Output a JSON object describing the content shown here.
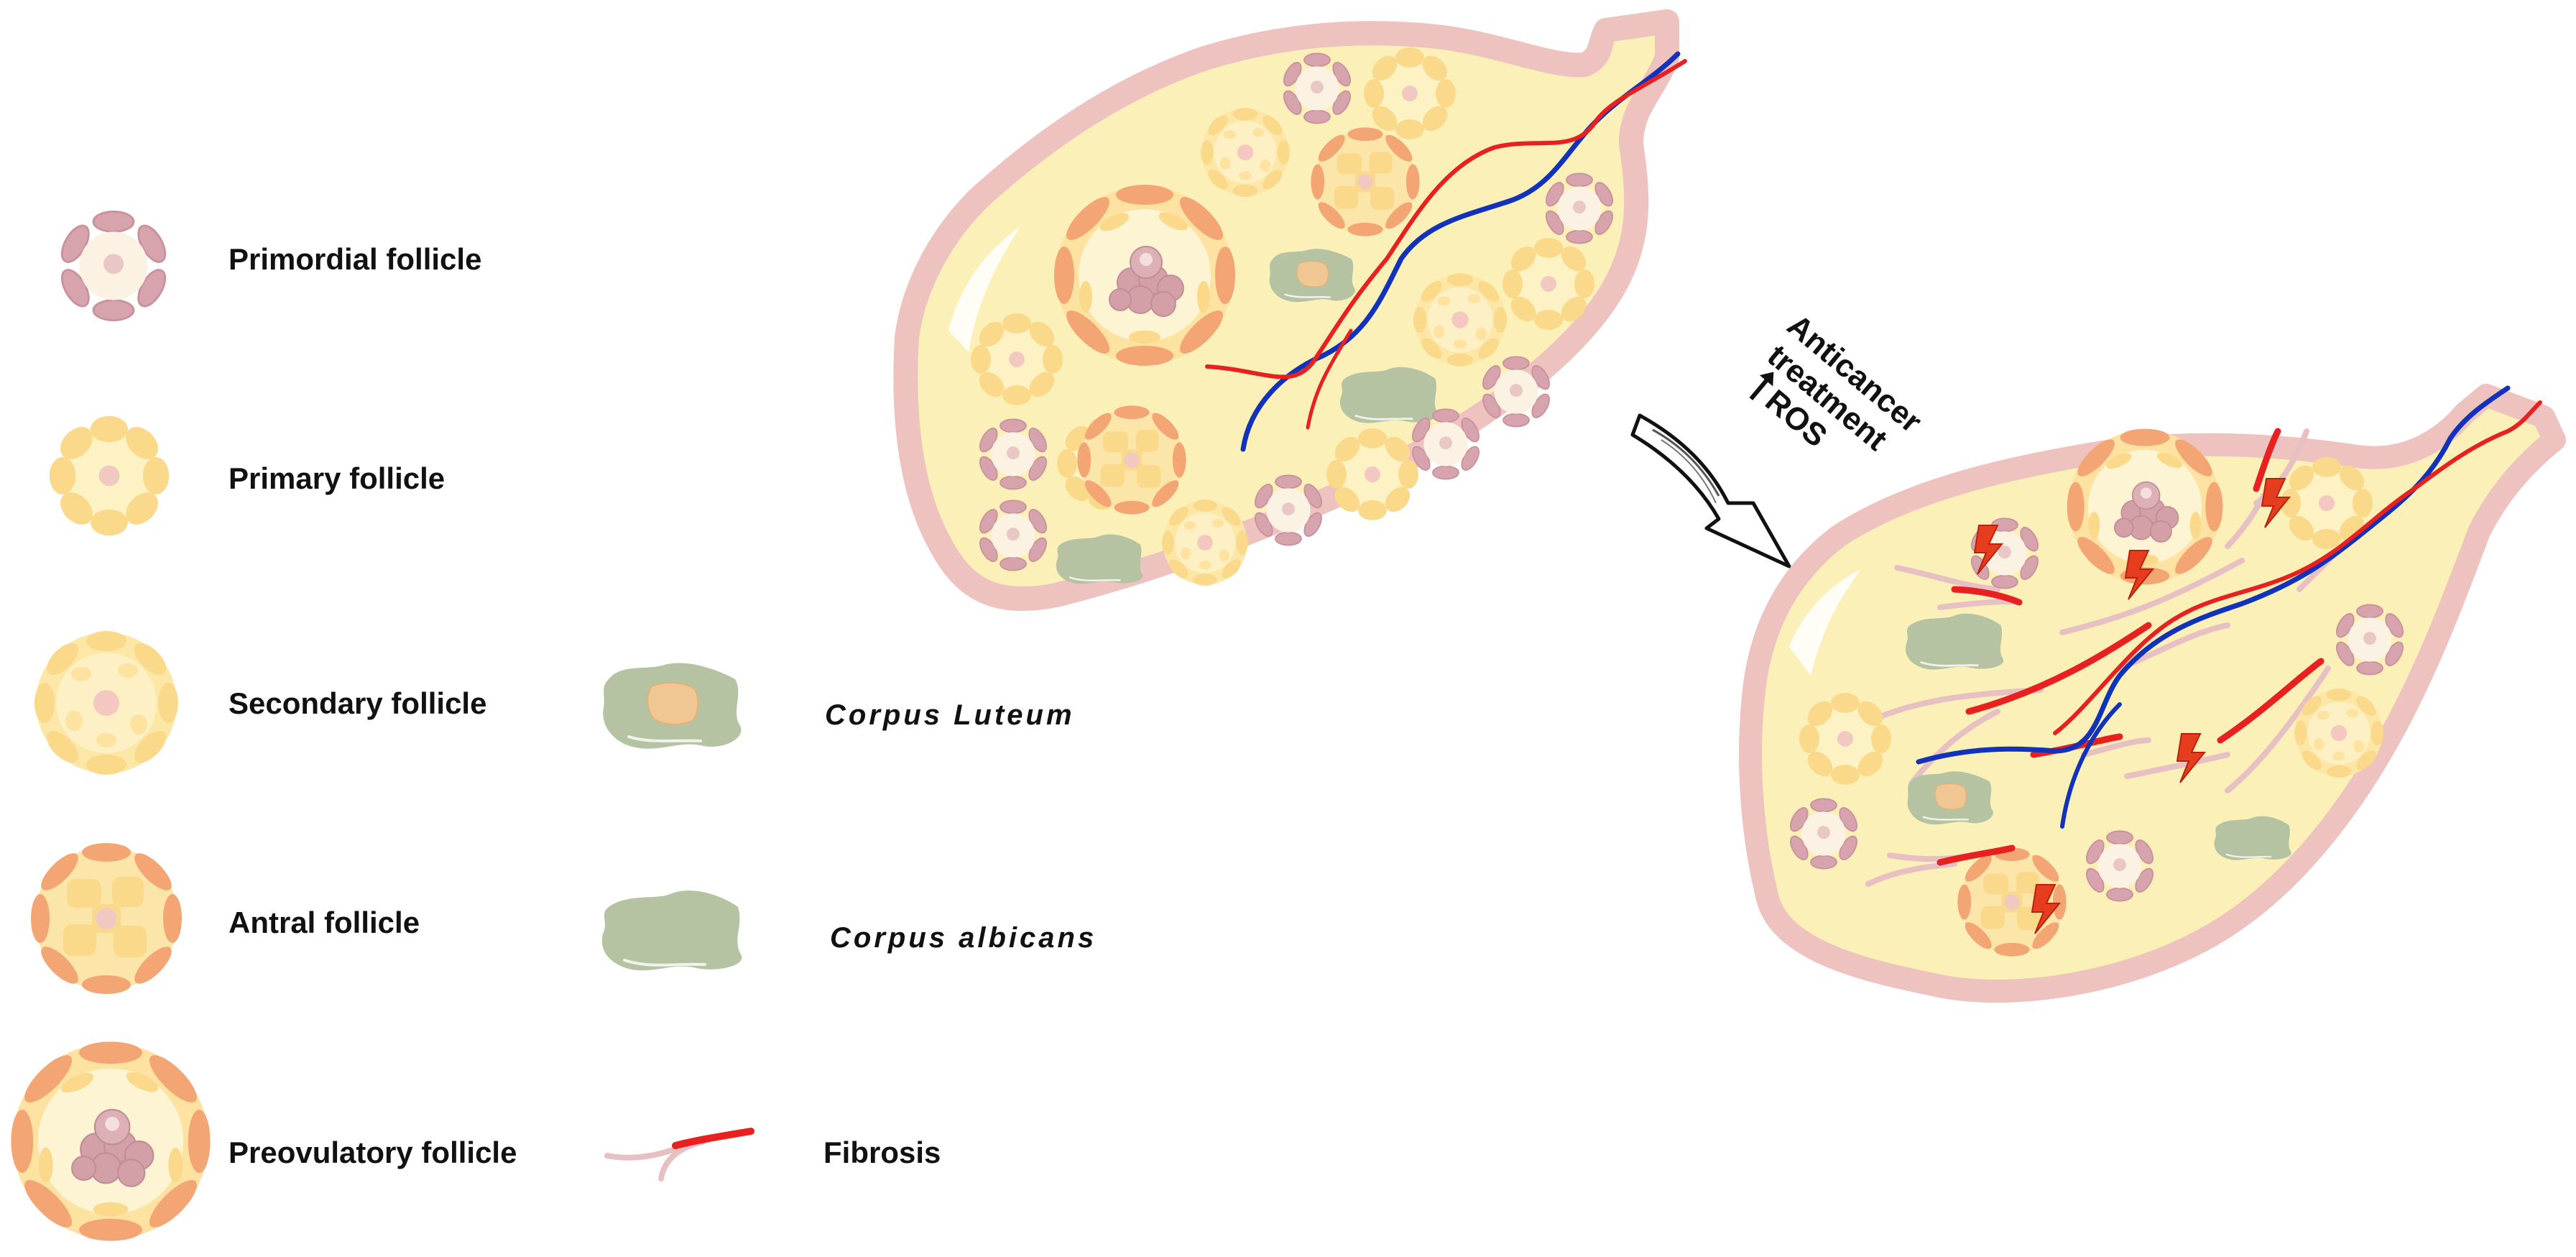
{
  "legend": {
    "primordial": "Primordial follicle",
    "primary": "Primary follicle",
    "secondary": "Secondary follicle",
    "antral": "Antral follicle",
    "preovulatory": "Preovulatory follicle",
    "corpus_luteum": "Corpus Luteum",
    "corpus_albicans": "Corpus albicans",
    "fibrosis": "Fibrosis"
  },
  "arrow": {
    "line1": "Anticancer",
    "line2": "treatment",
    "line3": "ROS"
  },
  "colors": {
    "ovary_fill": "#fbf0b8",
    "ovary_outline": "#eec2bf",
    "primordial": "#d7a3ad",
    "primary": "#fbd98a",
    "antral_outer": "#f4a574",
    "corpus": "#b5c3a2",
    "corpus_core": "#f0c793",
    "vein": "#1133bb",
    "artery": "#e82020",
    "fibrosis_strand": "#e7c0c3",
    "damage_bolt": "#e53d1d"
  }
}
